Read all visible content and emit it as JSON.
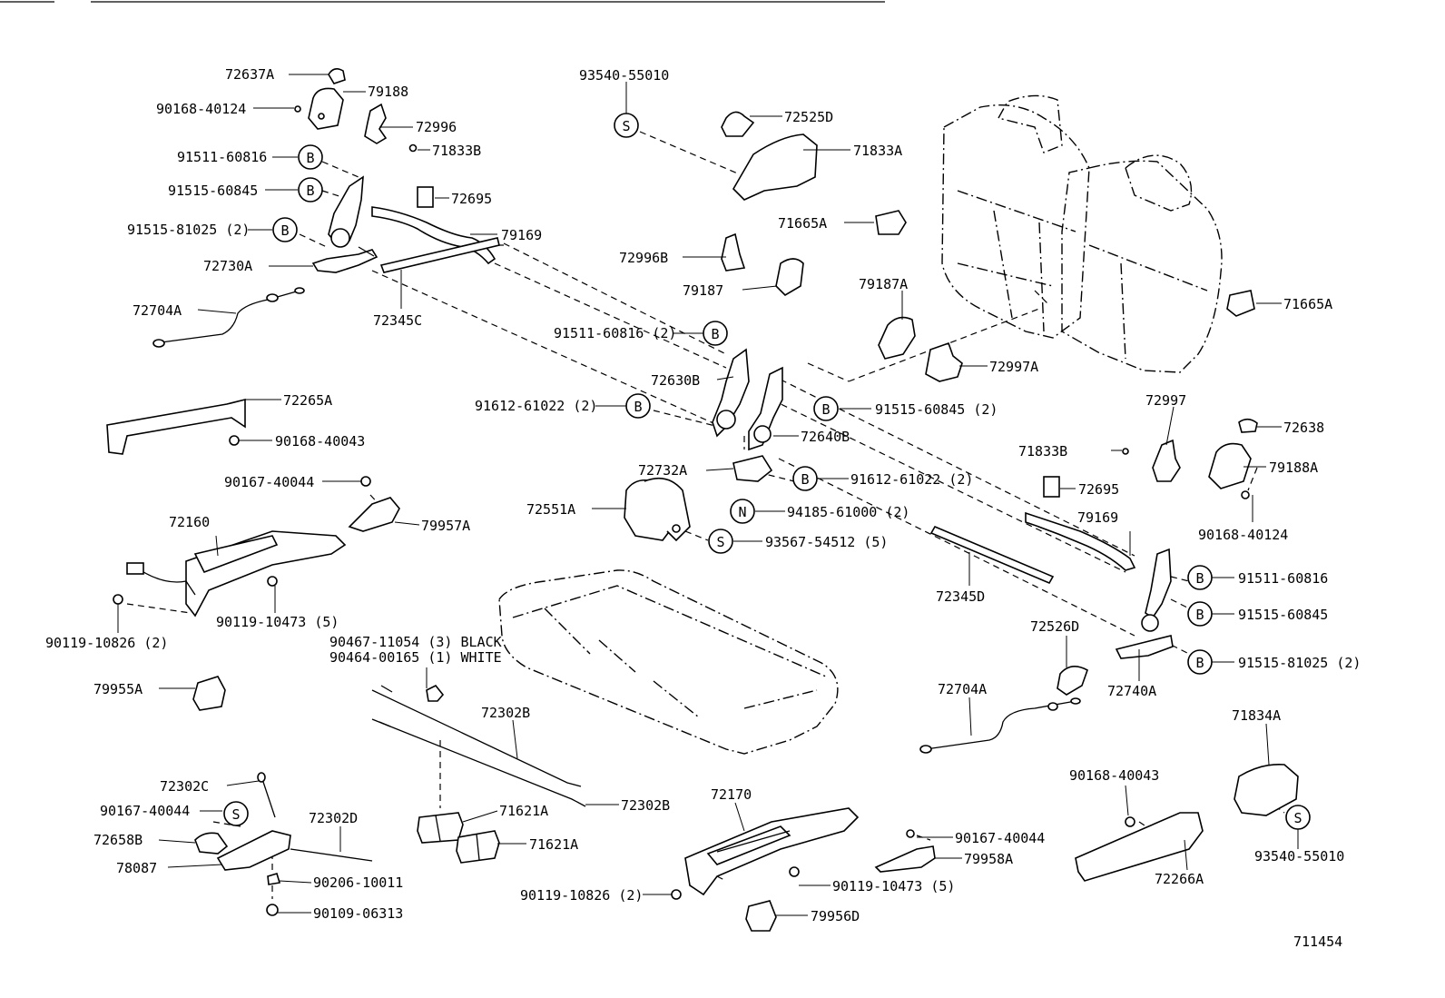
{
  "labels": {
    "l72637A": "72637A",
    "l79188": "79188",
    "l90168_40124a": "90168-40124",
    "l72996": "72996",
    "l71833B_a": "71833B",
    "l91511_60816a": "91511-60816",
    "l91515_60845a": "91515-60845",
    "l72695a": "72695",
    "l91515_81025a": "91515-81025 (2)",
    "l79169a": "79169",
    "l72730A": "72730A",
    "l72704A_a": "72704A",
    "l72345C": "72345C",
    "l93540_55010a": "93540-55010",
    "l72525D": "72525D",
    "l71833A": "71833A",
    "l71665A_a": "71665A",
    "l72996B": "72996B",
    "l79187": "79187",
    "l71665A_b": "71665A",
    "l79187A": "79187A",
    "l72997A": "72997A",
    "l91511_60816b": "91511-60816 (2)",
    "l72630B": "72630B",
    "l91612_61022a": "91612-61022 (2)",
    "l91515_60845b": "91515-60845 (2)",
    "l72640B": "72640B",
    "l72997": "72997",
    "l72638": "72638",
    "l71833B_b": "71833B",
    "l79188A": "79188A",
    "l72265A": "72265A",
    "l90168_40043a": "90168-40043",
    "l90167_40044a": "90167-40044",
    "l72732A": "72732A",
    "l91612_61022b": "91612-61022 (2)",
    "l72695b": "72695",
    "l94185_61000": "94185-61000 (2)",
    "l72160": "72160",
    "l79957A": "79957A",
    "l72551A": "72551A",
    "l93567_54512": "93567-54512 (5)",
    "l79169b": "79169",
    "l90168_40124b": "90168-40124",
    "l91511_60816c": "91511-60816",
    "l72345D": "72345D",
    "l91515_60845c": "91515-60845",
    "l90119_10473a": "90119-10473 (5)",
    "l90119_10826a": "90119-10826 (2)",
    "l90467_11054": "90467-11054 (3) BLACK",
    "l90464_00165": "90464-00165 (1) WHITE",
    "l72526D": "72526D",
    "l91515_81025b": "91515-81025 (2)",
    "l72740A": "72740A",
    "l79955A": "79955A",
    "l72302B_a": "72302B",
    "l72704A_b": "72704A",
    "l71834A": "71834A",
    "l72302C": "72302C",
    "l90167_40044b": "90167-40044",
    "l72302D": "72302D",
    "l71621A_a": "71621A",
    "l72302B_b": "72302B",
    "l72170": "72170",
    "l90168_40043b": "90168-40043",
    "l72658B": "72658B",
    "l78087": "78087",
    "l71621A_b": "71621A",
    "l90167_40044c": "90167-40044",
    "l79958A": "79958A",
    "l90206_10011": "90206-10011",
    "l90119_10826b": "90119-10826 (2)",
    "l90119_10473b": "90119-10473 (5)",
    "l72266A": "72266A",
    "l93540_55010b": "93540-55010",
    "l90109_06313": "90109-06313",
    "l79956D": "79956D",
    "l711454": "711454"
  },
  "markers": {
    "s": "S",
    "b": "B",
    "n": "N"
  }
}
